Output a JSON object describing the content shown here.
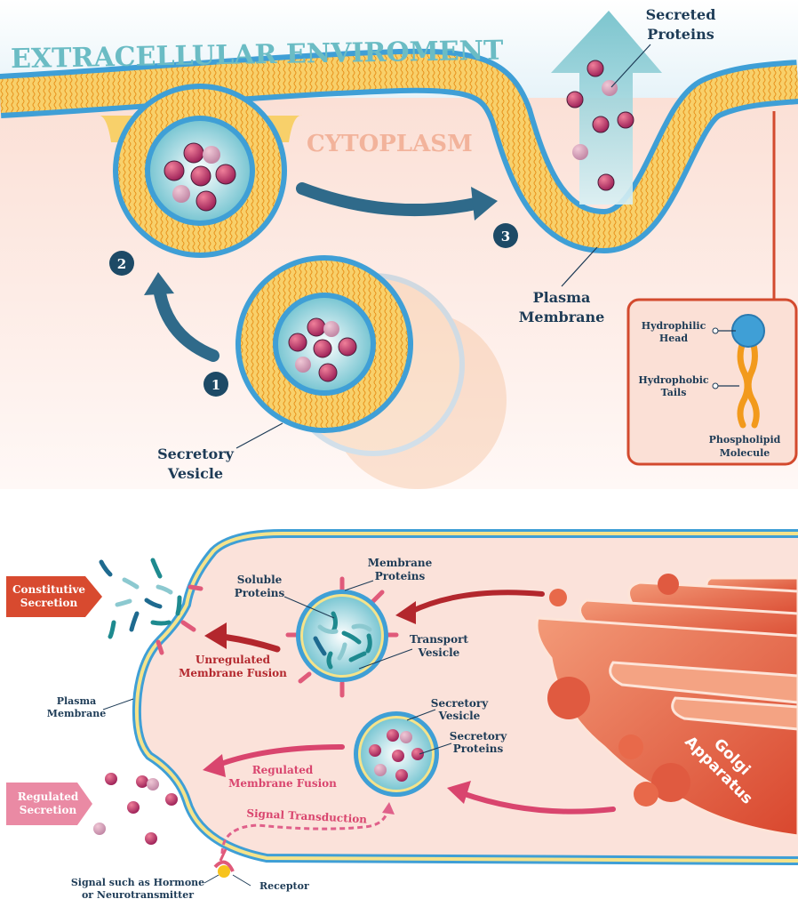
{
  "top_panel": {
    "extracellular_title": "EXTRACELLULAR ENVIROMENT",
    "cytoplasm_title": "CYTOPLASM",
    "labels": {
      "secreted_proteins": [
        "Secreted",
        "Proteins"
      ],
      "plasma_membrane": [
        "Plasma",
        "Membrane"
      ],
      "secretory_vesicle": [
        "Secretory",
        "Vesicle"
      ]
    },
    "steps": [
      "1",
      "2",
      "3"
    ],
    "phospholipid_box": {
      "hydrophilic_head": [
        "Hydrophilic",
        "Head"
      ],
      "hydrophobic_tails": [
        "Hydrophobic",
        "Tails"
      ],
      "molecule": [
        "Phospholipid",
        "Molecule"
      ]
    }
  },
  "bottom_panel": {
    "constitutive_tag": [
      "Constitutive",
      "Secretion"
    ],
    "regulated_tag": [
      "Regulated",
      "Secretion"
    ],
    "labels": {
      "soluble_proteins": [
        "Soluble",
        "Proteins"
      ],
      "membrane_proteins": [
        "Membrane",
        "Proteins"
      ],
      "transport_vesicle": [
        "Transport",
        "Vesicle"
      ],
      "unregulated_fusion": [
        "Unregulated",
        "Membrane Fusion"
      ],
      "plasma_membrane": [
        "Plasma",
        "Membrane"
      ],
      "secretory_vesicle": [
        "Secretory",
        "Vesicle"
      ],
      "secretory_proteins": [
        "Secretory",
        "Proteins"
      ],
      "regulated_fusion": [
        "Regulated",
        "Membrane Fusion"
      ],
      "signal_transduction": "Signal Transduction",
      "signal": [
        "Signal such as Hormone",
        "or Neurotransmitter"
      ],
      "receptor": "Receptor",
      "golgi": [
        "Golgi",
        "Apparatus"
      ]
    }
  },
  "colors": {
    "membrane_head": "#3f9fd6",
    "membrane_tail": "#f5c33b",
    "cytoplasm": "#fbe2da",
    "arrow_blue": "#2f6a8a",
    "arrow_red": "#b3272d",
    "arrow_pink": "#d9456e",
    "golgi": "#e8694a",
    "constitutive_tag": "#d84a2f",
    "regulated_tag": "#ea8aa4",
    "protein": "#c0386a"
  }
}
